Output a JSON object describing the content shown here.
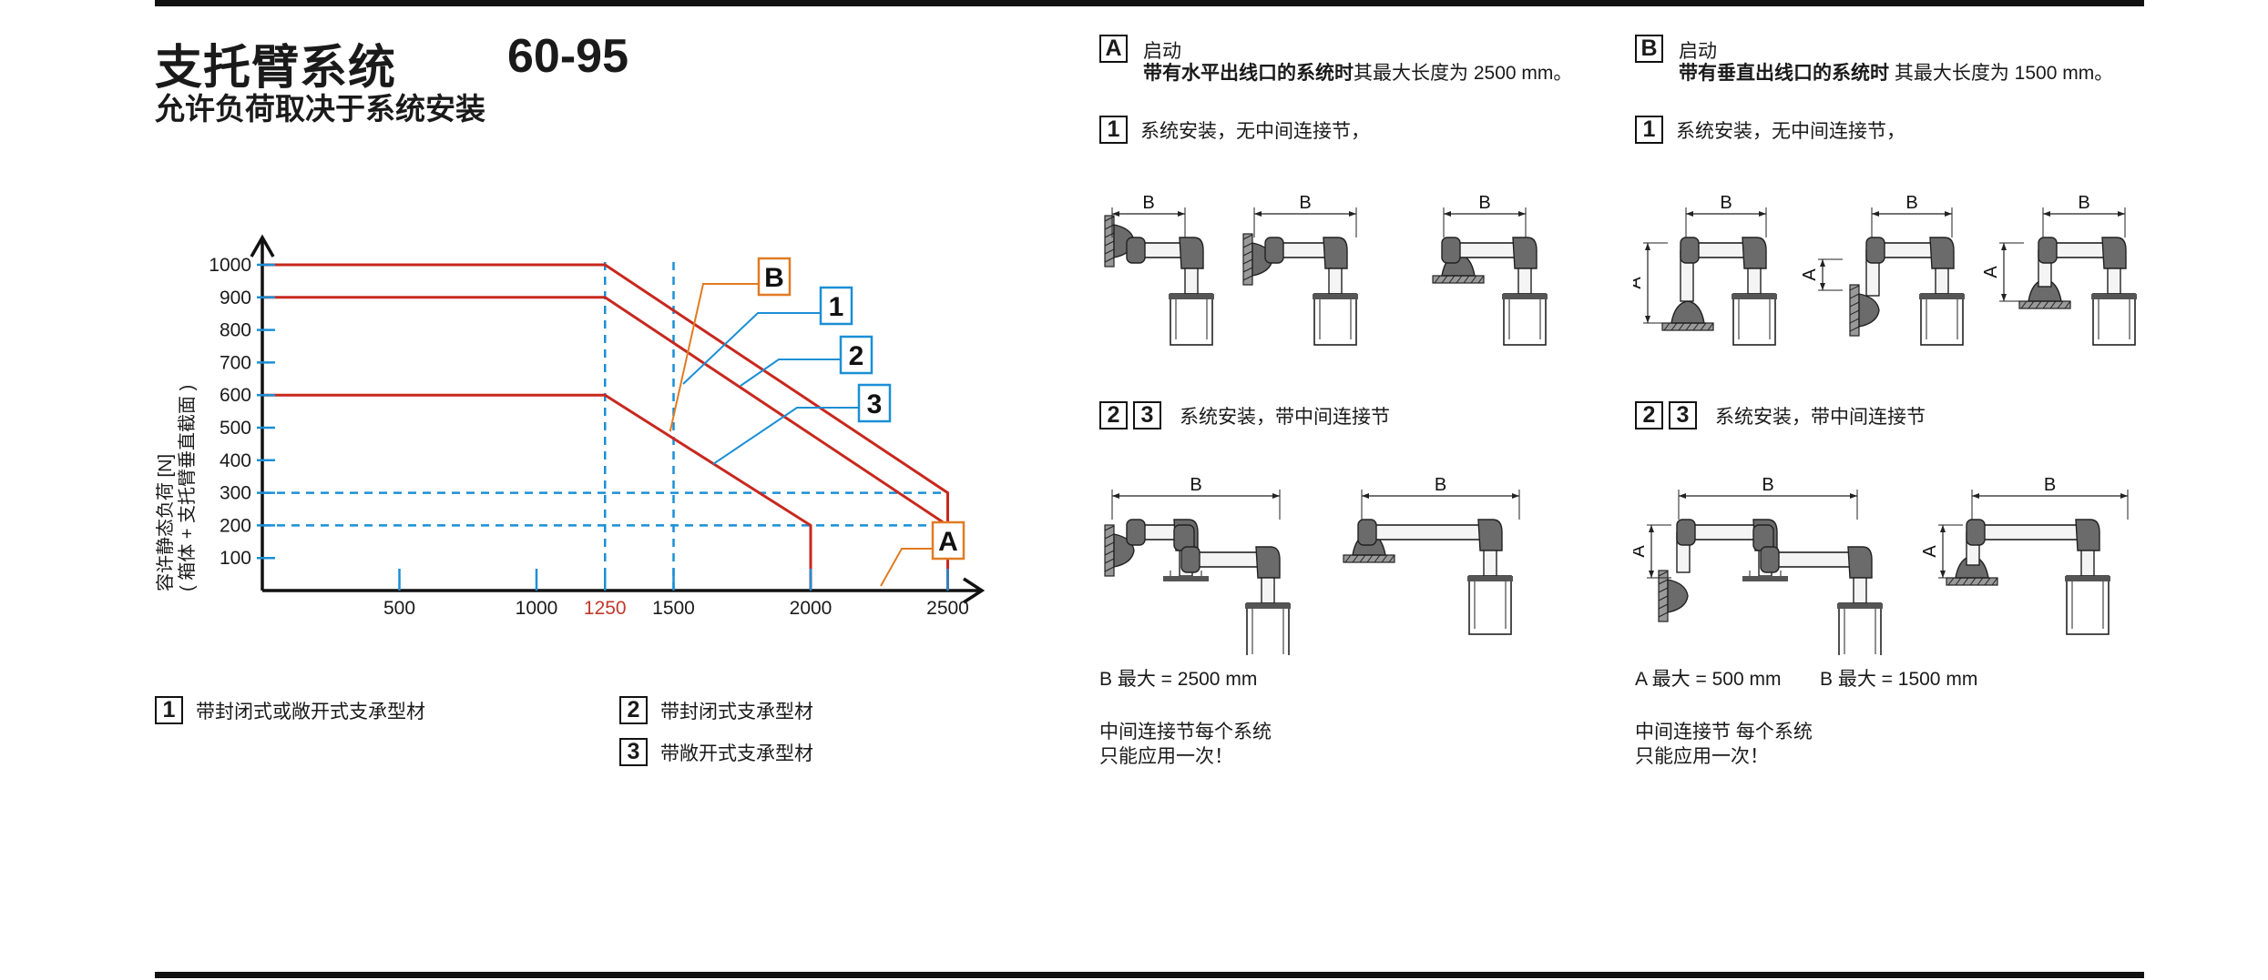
{
  "header": {
    "title": "支托臂系统",
    "size": "60-95",
    "subtitle": "允许负荷取决于系统安装"
  },
  "chart_data": {
    "type": "line",
    "ylabel_line1": "容许静态负荷 [N]",
    "ylabel_line2": "( 箱体 + 支托臂垂直截面 )",
    "xlim": [
      0,
      2650
    ],
    "ylim": [
      0,
      1080
    ],
    "x_ticks": [
      "500",
      "1000",
      "1250",
      "1500",
      "2000",
      "2500"
    ],
    "x_tick_values": [
      500,
      1000,
      1250,
      1500,
      2000,
      2500
    ],
    "highlight_tick_color": "#c0392b",
    "y_ticks": [
      "100",
      "200",
      "300",
      "400",
      "500",
      "600",
      "700",
      "800",
      "900",
      "1000"
    ],
    "y_tick_values": [
      100,
      200,
      300,
      400,
      500,
      600,
      700,
      800,
      900,
      1000
    ],
    "line_color": "#c8281e",
    "guide_color": "#1b8fd6",
    "series": [
      {
        "name": "1",
        "x": [
          0,
          1250,
          2500,
          2500
        ],
        "y": [
          1000,
          1000,
          300,
          0
        ]
      },
      {
        "name": "2",
        "x": [
          0,
          1250,
          2500,
          2500
        ],
        "y": [
          900,
          900,
          200,
          0
        ]
      },
      {
        "name": "3",
        "x": [
          0,
          1250,
          2000,
          2000
        ],
        "y": [
          600,
          600,
          200,
          0
        ]
      }
    ],
    "h_guides": [
      300,
      200
    ],
    "v_guides": [
      1250,
      1500
    ],
    "callouts": [
      {
        "label": "B",
        "color": "#e07b22"
      },
      {
        "label": "1",
        "color": "#1b8fd6"
      },
      {
        "label": "2",
        "color": "#1b8fd6"
      },
      {
        "label": "3",
        "color": "#1b8fd6"
      },
      {
        "label": "A",
        "color": "#e07b22"
      }
    ]
  },
  "legend": [
    {
      "num": "1",
      "text": "带封闭式或敞开式支承型材"
    },
    {
      "num": "2",
      "text": "带封闭式支承型材"
    },
    {
      "num": "3",
      "text": "带敞开式支承型材"
    }
  ],
  "panelA": {
    "badge": "A",
    "line1": "启动",
    "line2_bold": "带有水平出线口的系统时",
    "line2_rest": "其最大长度为 2500 mm。",
    "sec1_badge": "1",
    "sec1_text": "系统安装，无中间连接节，",
    "sec2_badge1": "2",
    "sec2_badge2": "3",
    "sec2_text": "系统安装，带中间连接节",
    "dim_b": "B",
    "max_note": "B 最大 = 2500 mm",
    "note1": "中间连接节每个系统",
    "note2": "只能应用一次！"
  },
  "panelB": {
    "badge": "B",
    "line1": "启动",
    "line2_bold": "带有垂直出线口的系统时",
    "line2_rest": " 其最大长度为 1500 mm。",
    "sec1_badge": "1",
    "sec1_text": "系统安装，无中间连接节，",
    "sec2_badge1": "2",
    "sec2_badge2": "3",
    "sec2_text": "系统安装，带中间连接节",
    "dim_a": "A",
    "dim_b": "B",
    "max_note_a": "A 最大 = 500 mm",
    "max_note_b": "B 最大 = 1500 mm",
    "note1": "中间连接节 每个系统",
    "note2": "只能应用一次！"
  }
}
